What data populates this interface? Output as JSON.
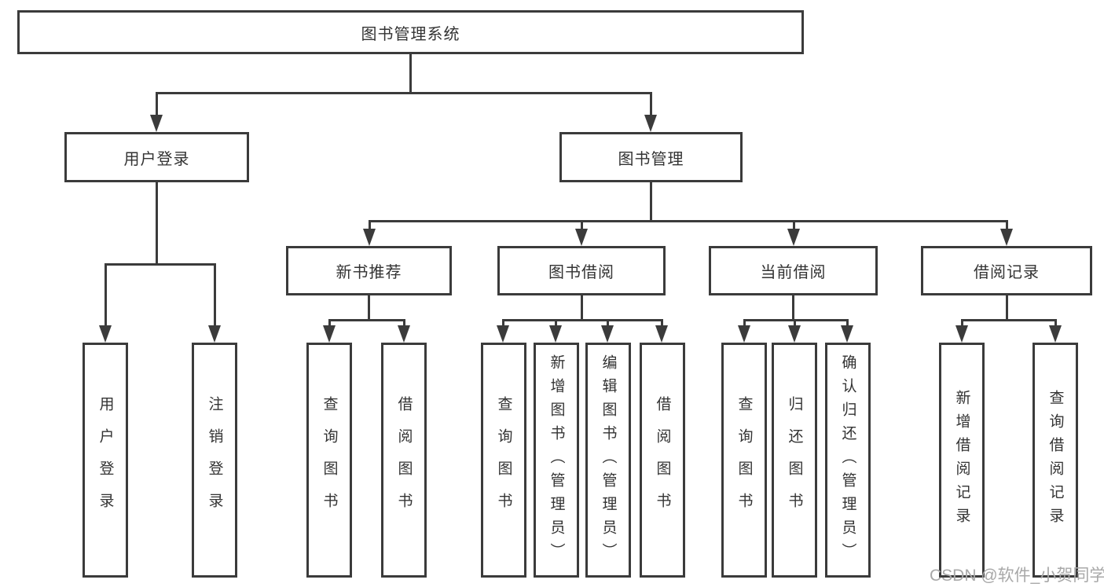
{
  "tree": {
    "label": "图书管理系统",
    "children": [
      {
        "label": "用户登录",
        "children": [
          {
            "label": "用户登录"
          },
          {
            "label": "注销登录"
          }
        ]
      },
      {
        "label": "图书管理",
        "children": [
          {
            "label": "新书推荐",
            "children": [
              {
                "label": "查询图书"
              },
              {
                "label": "借阅图书"
              }
            ]
          },
          {
            "label": "图书借阅",
            "children": [
              {
                "label": "查询图书"
              },
              {
                "label": "新增图书（管理员）"
              },
              {
                "label": "编辑图书（管理员）"
              },
              {
                "label": "借阅图书"
              }
            ]
          },
          {
            "label": "当前借阅",
            "children": [
              {
                "label": "查询图书"
              },
              {
                "label": "归还图书"
              },
              {
                "label": "确认归还（管理员）"
              }
            ]
          },
          {
            "label": "借阅记录",
            "children": [
              {
                "label": "新增借阅记录"
              },
              {
                "label": "查询借阅记录"
              }
            ]
          }
        ]
      }
    ]
  },
  "watermark": "CSDN @软件_小贺同学",
  "colors": {
    "line": "#3b3b3b",
    "text": "#333333",
    "watermark": "#a8a8a8",
    "background": "#ffffff"
  }
}
